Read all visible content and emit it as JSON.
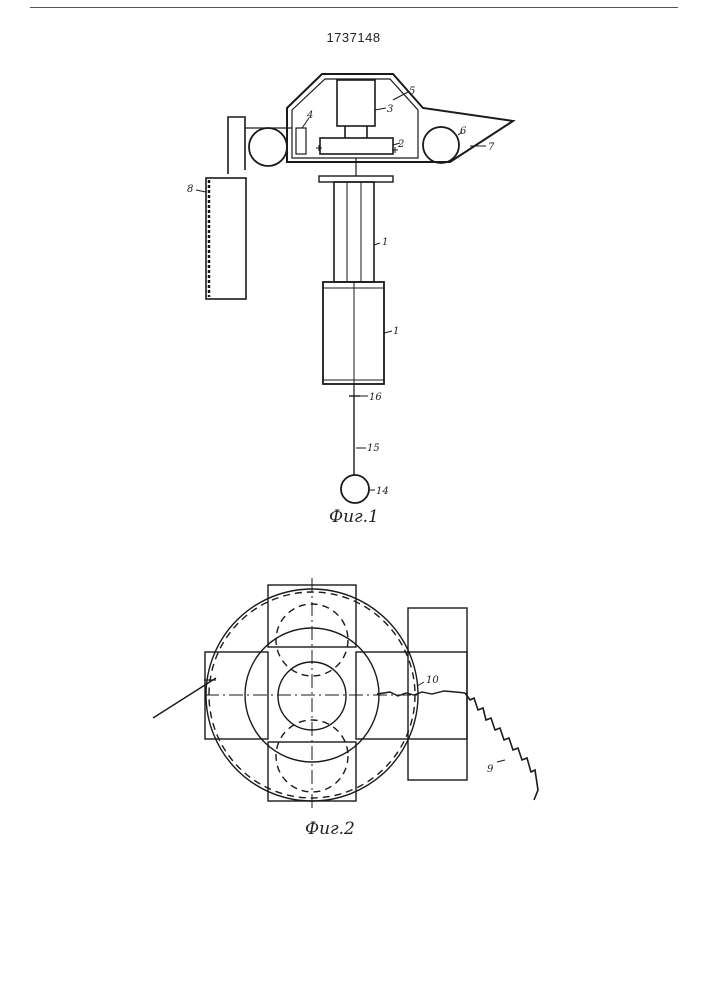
{
  "document": {
    "number": "1737148"
  },
  "figure1": {
    "caption": "Фиг.1",
    "callouts": {
      "housing": "5",
      "motor": "3",
      "sensor": "4",
      "coupling": "2",
      "roller": "6",
      "tray": "7",
      "counterweight": "8",
      "shaft": "1",
      "cylinder": "1",
      "joint": "16",
      "rope": "15",
      "ball": "14"
    }
  },
  "figure2": {
    "caption": "Фиг.2",
    "callouts": {
      "line": "10",
      "rope": "9"
    }
  }
}
